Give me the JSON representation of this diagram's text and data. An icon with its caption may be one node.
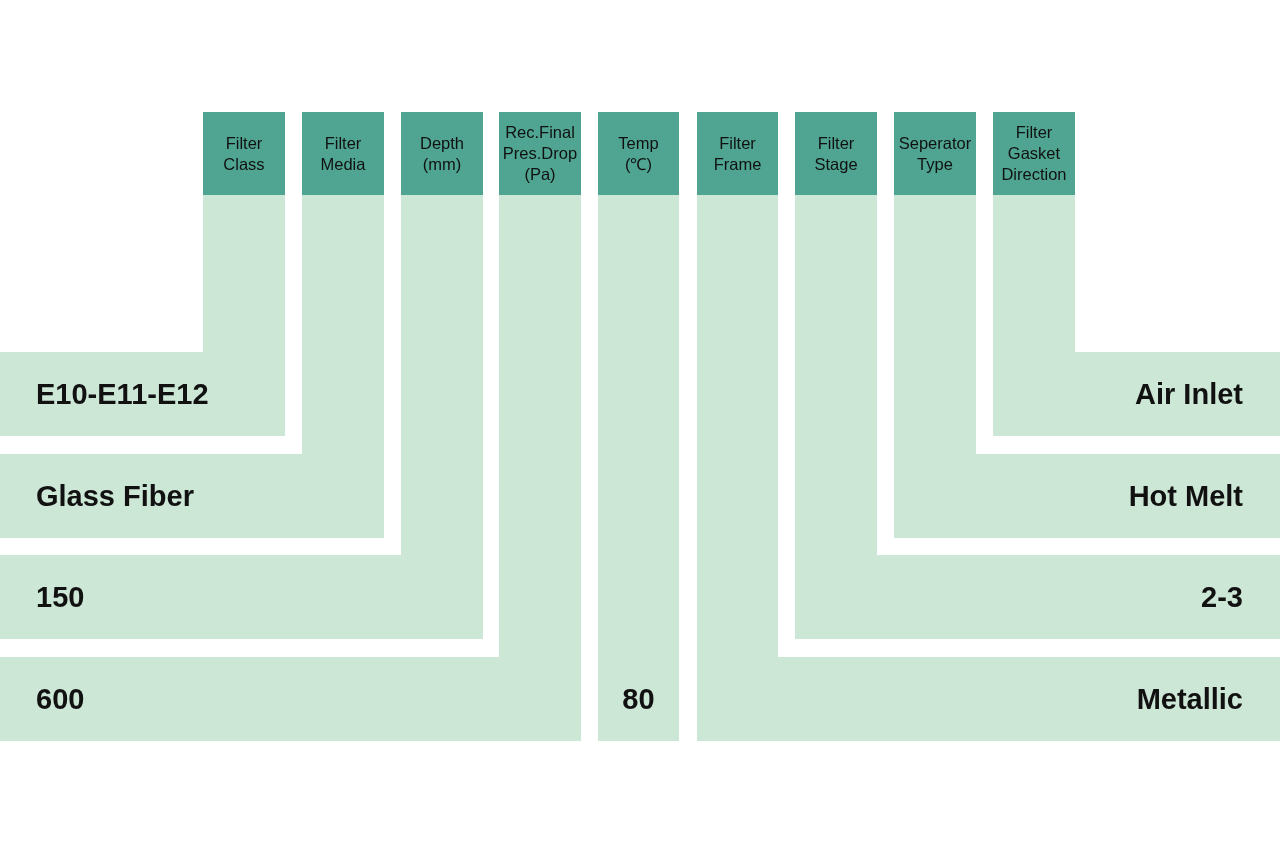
{
  "diagram": {
    "nodes": [
      {
        "text": [
          "Filter Class"
        ]
      },
      {
        "text": [
          "Filter Media"
        ]
      },
      {
        "text": [
          "Depth (mm)"
        ]
      },
      {
        "text": [
          "Rec.Final Pres.Drop (Pa)"
        ]
      },
      {
        "text": [
          "Temp (℃)"
        ]
      },
      {
        "text": [
          "Filter Frame"
        ]
      },
      {
        "text": [
          "Filter Stage"
        ]
      },
      {
        "text": [
          "Seperator Type"
        ]
      },
      {
        "text": [
          "Filter Gasket Direction"
        ]
      },
      {
        "text": [
          "E10-E11-E12"
        ]
      },
      {
        "text": [
          "Air Inlet"
        ]
      },
      {
        "text": [
          "Glass Fiber"
        ]
      },
      {
        "text": [
          "Hot Melt"
        ]
      },
      {
        "text": [
          "150"
        ]
      },
      {
        "text": [
          "2-3"
        ]
      },
      {
        "text": [
          "600"
        ]
      },
      {
        "text": [
          "80"
        ]
      },
      {
        "text": [
          "Metallic"
        ]
      }
    ],
    "edges": [
      {
        "from": 0,
        "to": 9,
        "arrow": "none"
      },
      {
        "from": 1,
        "to": 11,
        "arrow": "none"
      },
      {
        "from": 2,
        "to": 13,
        "arrow": "none"
      },
      {
        "from": 3,
        "to": 15,
        "arrow": "none"
      },
      {
        "from": 4,
        "to": 16,
        "arrow": "none"
      },
      {
        "from": 5,
        "to": 17,
        "arrow": "none"
      },
      {
        "from": 6,
        "to": 14,
        "arrow": "none"
      },
      {
        "from": 7,
        "to": 12,
        "arrow": "none"
      },
      {
        "from": 8,
        "to": 10,
        "arrow": "none"
      }
    ]
  }
}
